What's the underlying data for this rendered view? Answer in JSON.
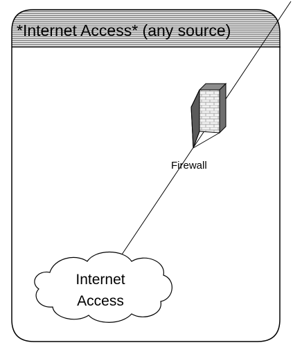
{
  "zone": {
    "title": "*Internet Access* (any source)"
  },
  "nodes": {
    "firewall": {
      "label": "Firewall",
      "icon": "firewall-brick-wall-icon"
    },
    "internet": {
      "label_line1": "Internet",
      "label_line2": "Access",
      "icon": "cloud-icon"
    }
  },
  "colors": {
    "zone_border": "#000000",
    "header_stripe": "#7a7a7a",
    "header_background": "#d9d9d9",
    "firewall_face": "#f2f2f2",
    "firewall_mortar": "#9a9a9a",
    "firewall_side": "#6e6e6e",
    "link_line": "#000000"
  }
}
